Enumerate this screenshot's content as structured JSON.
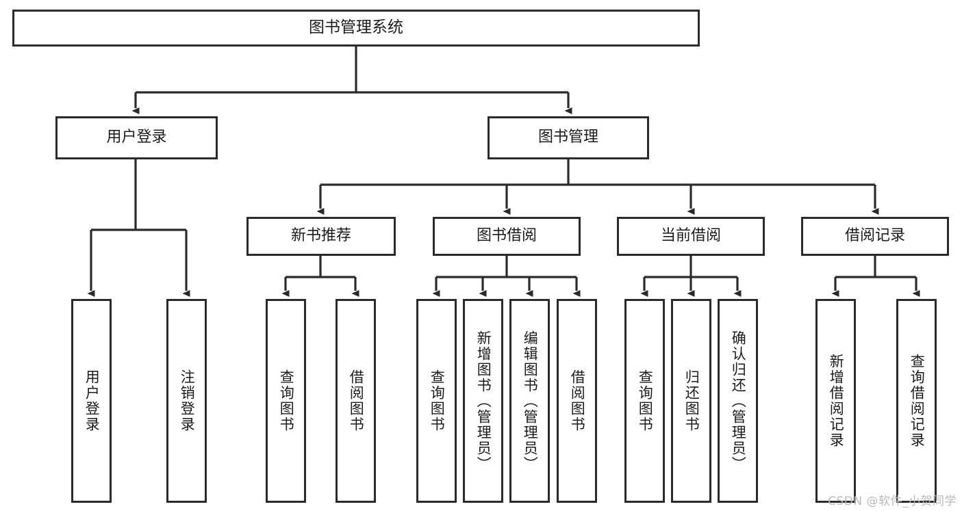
{
  "diagram": {
    "title": "图书管理系统",
    "type": "tree-hierarchy-diagram",
    "colors": {
      "box_border": "#2b2b2b",
      "box_fill": "#ffffff",
      "edge": "#2b2b2b",
      "text": "#1b1b1b",
      "background": "#ffffff",
      "watermark": "#b9b9b9"
    },
    "root": {
      "label": "图书管理系统"
    },
    "level1": [
      {
        "label": "用户登录"
      },
      {
        "label": "图书管理"
      }
    ],
    "level2": [
      {
        "label": "新书推荐"
      },
      {
        "label": "图书借阅"
      },
      {
        "label": "当前借阅"
      },
      {
        "label": "借阅记录"
      }
    ],
    "leaves": {
      "user_login": [
        {
          "label": "用户登录"
        },
        {
          "label": "注销登录"
        }
      ],
      "new_book_recommend": [
        {
          "label": "查询图书"
        },
        {
          "label": "借阅图书"
        }
      ],
      "book_borrow": [
        {
          "label": "查询图书"
        },
        {
          "label": "新增图书（管理员）"
        },
        {
          "label": "编辑图书（管理员）"
        },
        {
          "label": "借阅图书"
        }
      ],
      "current_borrow": [
        {
          "label": "查询图书"
        },
        {
          "label": "归还图书"
        },
        {
          "label": "确认归还（管理员）"
        }
      ],
      "borrow_record": [
        {
          "label": "新增借阅记录"
        },
        {
          "label": "查询借阅记录"
        }
      ]
    },
    "watermark": "CSDN @软件_小贺同学"
  }
}
